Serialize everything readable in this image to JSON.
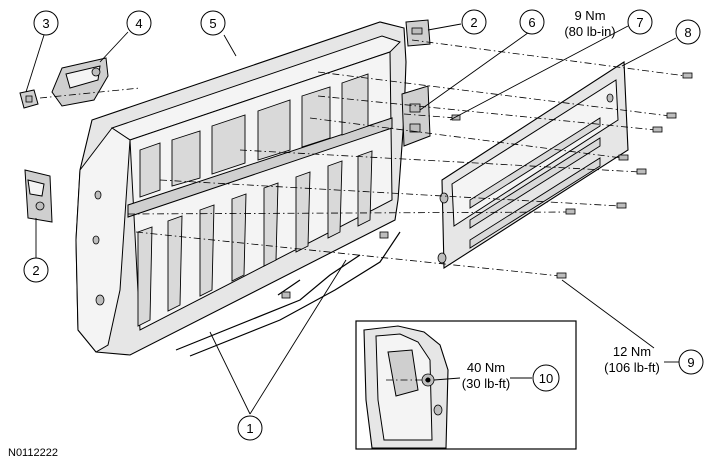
{
  "figure_id": "N0112222",
  "callouts": [
    {
      "num": "1"
    },
    {
      "num": "2"
    },
    {
      "num": "2"
    },
    {
      "num": "3"
    },
    {
      "num": "4"
    },
    {
      "num": "5"
    },
    {
      "num": "6"
    },
    {
      "num": "7"
    },
    {
      "num": "8"
    },
    {
      "num": "9"
    },
    {
      "num": "10"
    }
  ],
  "torque_specs": {
    "spec_7": {
      "metric": "9 Nm",
      "imperial": "(80 lb-in)"
    },
    "spec_9": {
      "metric": "12 Nm",
      "imperial": "(106 lb-ft)"
    },
    "spec_10": {
      "metric": "40 Nm",
      "imperial": "(30 lb-ft)"
    }
  }
}
